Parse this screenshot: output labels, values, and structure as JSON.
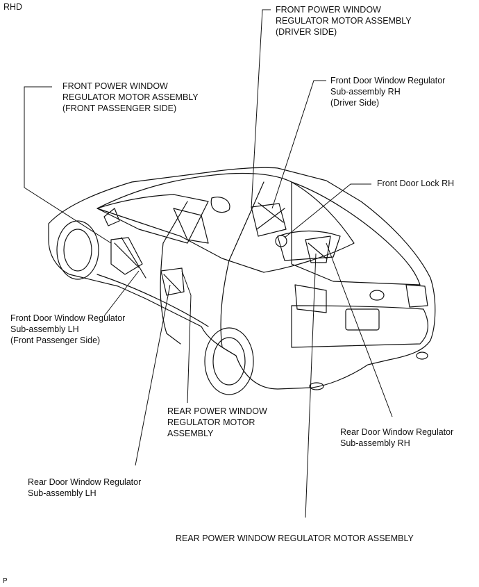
{
  "corner_tag": "RHD",
  "footer_mark": "P",
  "labels": {
    "fpw_driver": [
      "FRONT POWER WINDOW",
      "REGULATOR MOTOR ASSEMBLY",
      "(DRIVER SIDE)"
    ],
    "fdwr_rh": [
      "Front Door Window Regulator",
      "Sub-assembly RH",
      "(Driver Side)"
    ],
    "fpw_passenger": [
      "FRONT POWER WINDOW",
      "REGULATOR MOTOR ASSEMBLY",
      "(FRONT PASSENGER SIDE)"
    ],
    "front_door_lock": [
      "Front Door Lock RH"
    ],
    "fdwr_lh": [
      "Front Door Window Regulator",
      "Sub-assembly LH",
      "(Front Passenger Side)"
    ],
    "rpw_motor": [
      "REAR POWER WINDOW",
      "REGULATOR MOTOR",
      "ASSEMBLY"
    ],
    "rdwr_rh": [
      "Rear Door Window Regulator",
      "Sub-assembly RH"
    ],
    "rdwr_lh": [
      "Rear Door Window Regulator",
      "Sub-assembly LH"
    ],
    "rpw_motor_assembly": [
      "REAR POWER WINDOW REGULATOR MOTOR ASSEMBLY"
    ]
  },
  "colors": {
    "ink": "#111111",
    "background": "#ffffff"
  }
}
